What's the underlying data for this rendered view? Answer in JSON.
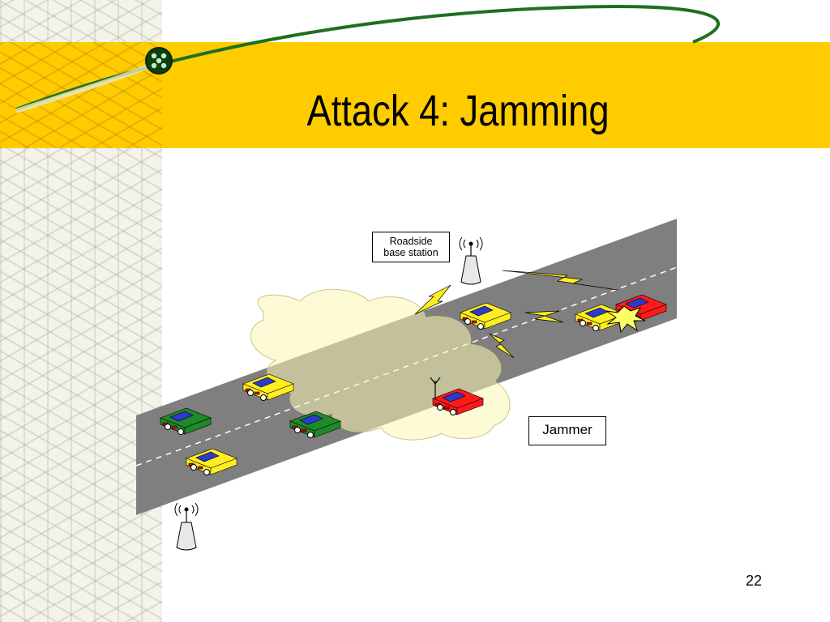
{
  "slide": {
    "title": "Attack 4: Jamming",
    "page_number": "22"
  },
  "labels": {
    "roadside_line1": "Roadside",
    "roadside_line2": "base station",
    "jammer": "Jammer"
  },
  "colors": {
    "title_band": "#ffcc00",
    "road": "#7f7f7f",
    "jamming_cloud": "#fbf8b5",
    "car_yellow": "#ffee22",
    "car_green": "#1f8a2a",
    "car_red": "#ff1a1a",
    "car_window": "#2a3cc8",
    "lightning": "#ffee22"
  },
  "icons": [
    "antenna-tower-icon",
    "car-icon",
    "lightning-bolt-icon",
    "collision-burst-icon",
    "cloud-shape"
  ]
}
